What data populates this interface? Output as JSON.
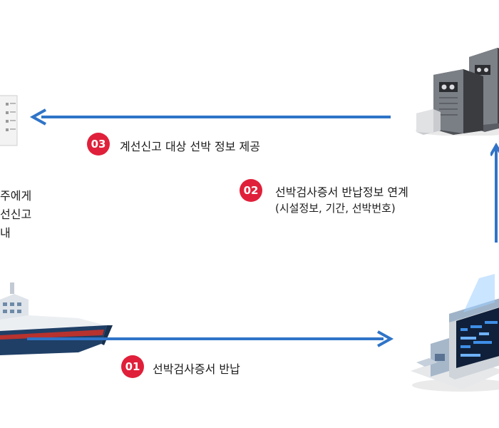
{
  "steps": [
    {
      "number": "01",
      "label": "선박검사증서 반납"
    },
    {
      "number": "02",
      "label": "선박검사증서 반납정보 연계",
      "sublabel": "(시설정보, 기간, 선박번호)"
    },
    {
      "number": "03",
      "label": "계선신고 대상 선박 정보 제공"
    }
  ],
  "notice": {
    "line1": "주에게",
    "line2": "선신고",
    "line3": "내"
  },
  "colors": {
    "arrow": "#2f74c8",
    "badge": "#e0203a"
  },
  "icons": {
    "document": "document-icon",
    "server": "server-icon",
    "ship": "ship-icon",
    "kiosk": "kiosk-icon"
  }
}
